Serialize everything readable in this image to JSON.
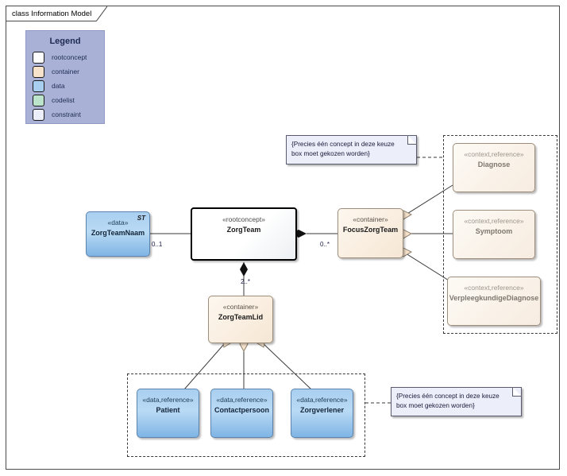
{
  "frame": {
    "title": "class Information Model"
  },
  "legend": {
    "title": "Legend",
    "items": [
      {
        "label": "rootconcept",
        "color": "#ffffff"
      },
      {
        "label": "container",
        "color": "#f7e3cb"
      },
      {
        "label": "data",
        "color": "#a9cff0"
      },
      {
        "label": "codelist",
        "color": "#bce3cc"
      },
      {
        "label": "constraint",
        "color": "#eceef9"
      }
    ]
  },
  "nodes": {
    "zorgteamnaam": {
      "stereotype": "«data»",
      "name": "ZorgTeamNaam",
      "tag": "ST"
    },
    "zorgteam": {
      "stereotype": "«rootconcept»",
      "name": "ZorgTeam"
    },
    "focuszorgteam": {
      "stereotype": "«container»",
      "name": "FocusZorgTeam"
    },
    "diagnose": {
      "stereotype": "«context,reference»",
      "name": "Diagnose"
    },
    "symptoom": {
      "stereotype": "«context,reference»",
      "name": "Symptoom"
    },
    "vkdiagnose": {
      "stereotype": "«context,reference»",
      "name": "VerpleegkundigeDiagnose"
    },
    "zorgteamlid": {
      "stereotype": "«container»",
      "name": "ZorgTeamLid"
    },
    "patient": {
      "stereotype": "«data,reference»",
      "name": "Patient"
    },
    "contactpersoon": {
      "stereotype": "«data,reference»",
      "name": "Contactpersoon"
    },
    "zorgverlener": {
      "stereotype": "«data,reference»",
      "name": "Zorgverlener"
    }
  },
  "notes": {
    "top": "{Precies één concept in deze keuze box moet gekozen worden}",
    "bottom": "{Precies één concept in deze keuze box moet gekozen worden}"
  },
  "multiplicities": {
    "zorgteamnaam_to_zorgteam": "0..1",
    "zorgteam_to_focus": "0..*",
    "zorgteam_to_lid": "2..*"
  },
  "chart_data": {
    "type": "diagram",
    "notation": "UML class diagram",
    "title": "class Information Model",
    "classes": [
      {
        "id": "ZorgTeamNaam",
        "stereotype": "data",
        "style": "data",
        "tag": "ST"
      },
      {
        "id": "ZorgTeam",
        "stereotype": "rootconcept",
        "style": "rootconcept"
      },
      {
        "id": "FocusZorgTeam",
        "stereotype": "container",
        "style": "container"
      },
      {
        "id": "Diagnose",
        "stereotype": "context,reference",
        "style": "context-reference"
      },
      {
        "id": "Symptoom",
        "stereotype": "context,reference",
        "style": "context-reference"
      },
      {
        "id": "VerpleegkundigeDiagnose",
        "stereotype": "context,reference",
        "style": "context-reference"
      },
      {
        "id": "ZorgTeamLid",
        "stereotype": "container",
        "style": "container"
      },
      {
        "id": "Patient",
        "stereotype": "data,reference",
        "style": "data"
      },
      {
        "id": "Contactpersoon",
        "stereotype": "data,reference",
        "style": "data"
      },
      {
        "id": "Zorgverlener",
        "stereotype": "data,reference",
        "style": "data"
      }
    ],
    "relations": [
      {
        "from": "ZorgTeam",
        "to": "ZorgTeamNaam",
        "type": "composition",
        "multiplicity": "0..1"
      },
      {
        "from": "ZorgTeam",
        "to": "FocusZorgTeam",
        "type": "composition",
        "multiplicity": "0..*"
      },
      {
        "from": "ZorgTeam",
        "to": "ZorgTeamLid",
        "type": "composition",
        "multiplicity": "2..*"
      },
      {
        "from": "FocusZorgTeam",
        "to": "Diagnose",
        "type": "aggregation"
      },
      {
        "from": "FocusZorgTeam",
        "to": "Symptoom",
        "type": "aggregation"
      },
      {
        "from": "FocusZorgTeam",
        "to": "VerpleegkundigeDiagnose",
        "type": "aggregation"
      },
      {
        "from": "ZorgTeamLid",
        "to": "Patient",
        "type": "aggregation"
      },
      {
        "from": "ZorgTeamLid",
        "to": "Contactpersoon",
        "type": "aggregation"
      },
      {
        "from": "ZorgTeamLid",
        "to": "Zorgverlener",
        "type": "aggregation"
      }
    ],
    "choice_groups": [
      {
        "members": [
          "Diagnose",
          "Symptoom",
          "VerpleegkundigeDiagnose"
        ],
        "constraint": "{Precies één concept in deze keuze box moet gekozen worden}"
      },
      {
        "members": [
          "Patient",
          "Contactpersoon",
          "Zorgverlener"
        ],
        "constraint": "{Precies één concept in deze keuze box moet gekozen worden}"
      }
    ]
  }
}
